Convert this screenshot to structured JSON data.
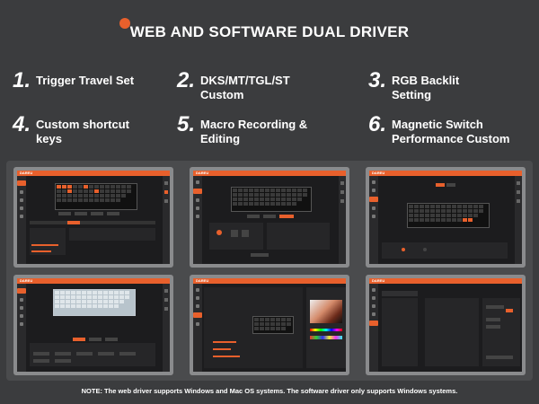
{
  "header": {
    "title": "WEB AND SOFTWARE DUAL DRIVER"
  },
  "features": [
    {
      "num": "1.",
      "label": "Trigger Travel Set"
    },
    {
      "num": "2.",
      "label": "DKS/MT/TGL/ST Custom"
    },
    {
      "num": "3.",
      "label": "RGB Backlit Setting"
    },
    {
      "num": "4.",
      "label": "Custom shortcut keys"
    },
    {
      "num": "5.",
      "label": "Macro Recording & Editing"
    },
    {
      "num": "6.",
      "label": "Magnetic Switch Performance Custom"
    }
  ],
  "screenshots": [
    {
      "brand": "DAREU"
    },
    {
      "brand": "DAREU"
    },
    {
      "brand": "DAREU"
    },
    {
      "brand": "DAREU"
    },
    {
      "brand": "DAREU"
    },
    {
      "brand": "DAREU"
    }
  ],
  "footer": {
    "note": "NOTE: The web driver supports Windows and Mac OS systems. The software driver only supports Windows systems."
  },
  "colors": {
    "accent": "#e8602c",
    "background": "#3b3c3e"
  }
}
